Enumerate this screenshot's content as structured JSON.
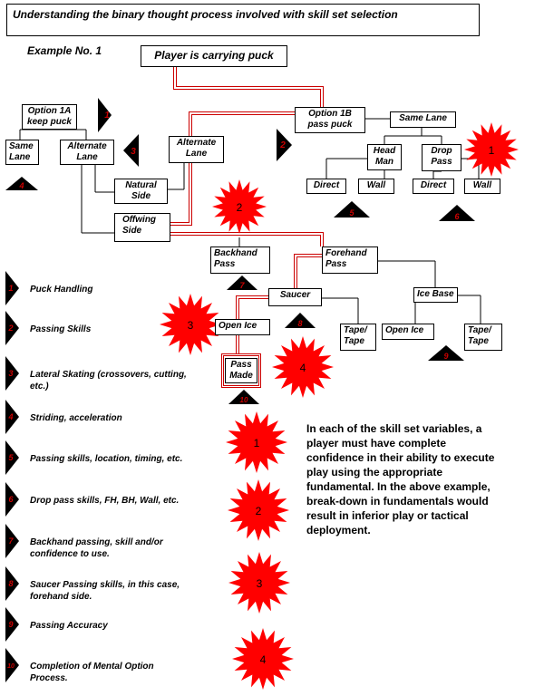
{
  "title": "Understanding the binary thought process involved with skill set selection",
  "example": "Example No. 1",
  "nodes": {
    "root": "Player is carrying puck",
    "opt1a_l1": "Option 1A",
    "opt1a_l2": "keep puck",
    "same_lane_l": "Same Lane",
    "alternate_lane": "Alternate Lane",
    "alternate_lane2": "Alternate Lane",
    "natural_side": "Natural Side",
    "offwing_side": "Offwing Side",
    "opt1b_l1": "Option 1B",
    "opt1b_l2": "pass puck",
    "same_lane_r": "Same Lane",
    "head_man": "Head Man",
    "drop_pass": "Drop Pass",
    "direct1": "Direct",
    "wall1": "Wall",
    "direct2": "Direct",
    "wall2": "Wall",
    "backhand_pass": "Backhand Pass",
    "forehand_pass": "Forehand Pass",
    "saucer": "Saucer",
    "ice_base": "Ice Base",
    "open_ice1": "Open Ice",
    "open_ice2": "Open Ice",
    "tape1": "Tape/ Tape",
    "tape2": "Tape/ Tape",
    "pass_made": "Pass Made"
  },
  "markers": [
    "1",
    "2",
    "3",
    "4",
    "5",
    "6",
    "7",
    "8",
    "9",
    "10"
  ],
  "starbursts": [
    "1",
    "2",
    "3",
    "4",
    "1",
    "2",
    "3",
    "4"
  ],
  "legend": [
    {
      "num": "1",
      "text": "Puck Handling"
    },
    {
      "num": "2",
      "text": "Passing Skills"
    },
    {
      "num": "3",
      "text": "Lateral Skating (crossovers, cutting, etc.)"
    },
    {
      "num": "4",
      "text": "Striding, acceleration"
    },
    {
      "num": "5",
      "text": "Passing skills, location, timing, etc."
    },
    {
      "num": "6",
      "text": "Drop pass skills, FH, BH, Wall, etc."
    },
    {
      "num": "7",
      "text": "Backhand passing, skill and/or confidence to use."
    },
    {
      "num": "8",
      "text": "Saucer Passing skills, in this case, forehand side."
    },
    {
      "num": "9",
      "text": "Passing Accuracy"
    },
    {
      "num": "10",
      "text": "Completion of Mental Option Process."
    }
  ],
  "description": "In each of the skill set variables, a player must have complete confidence in their ability to execute play using the appropriate fundamental. In the above example, break-down in fundamentals would result in inferior play or tactical deployment."
}
